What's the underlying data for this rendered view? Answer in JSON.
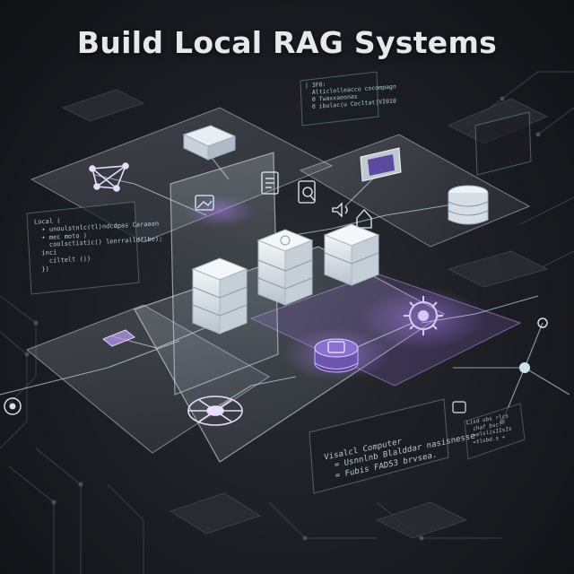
{
  "title": "Build Local RAG Systems",
  "colors": {
    "accent_purple": "#a07be6",
    "accent_teal": "#7fd3d6",
    "glass": "#dfe7ee",
    "background": "#1b1d22"
  },
  "code_left": [
    "Local (",
    "  • unoulstnlc(tl)ndcdpas Caraoon",
    "  • mec moto )",
    "    coolsctistic() lenrralldflbe);",
    "  inci",
    "    ciltelt ())",
    "  })"
  ],
  "code_top": [
    "| 3F0:",
    "  Alticlolleacco cocompagn",
    "  0 Twaxxaeonas",
    "  0 ibulac(u Cocltat|VI010"
  ],
  "code_bottom": [
    "Visalcl Computer",
    "  = Usnnlnb Blalddar nasisnesse",
    "  = Fubis FAD53 brvsea."
  ],
  "code_right": [
    "Lisd ubs rlcs",
    "  chaf bsc!",
    "  =elslisIIsIs",
    "  =tlsbd.s +"
  ],
  "icons": [
    "network-graph-icon",
    "server-box-icon",
    "document-icon",
    "search-document-icon",
    "audio-icon",
    "image-icon",
    "calendar-icon",
    "database-icon",
    "server-rack-icon",
    "ai-core-icon",
    "gpu-chip-icon",
    "vector-hub-icon",
    "terminal-icon"
  ]
}
